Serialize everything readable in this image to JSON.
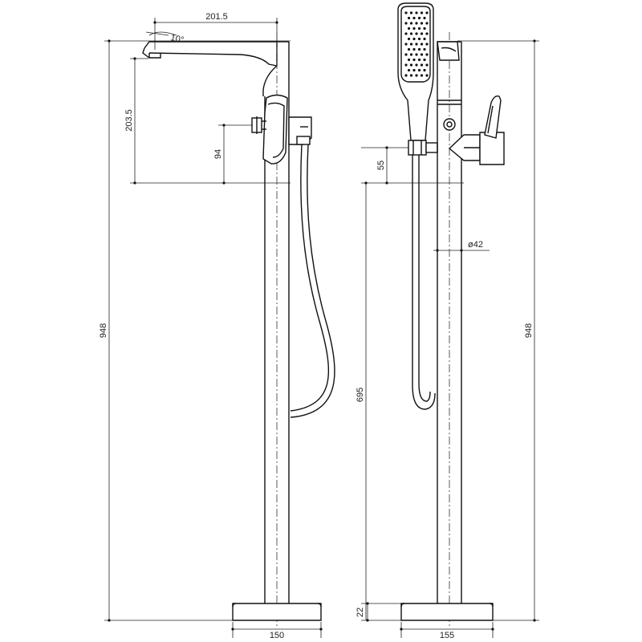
{
  "drawing": {
    "views": [
      "side",
      "front"
    ],
    "dimensions": {
      "spout_reach": "201.5",
      "spout_angle": "10°",
      "spout_height": "203.5",
      "inlet_offset": "94",
      "total_height_side": "948",
      "base_width_side": "150",
      "holder_offset": "55",
      "pipe_diameter": "ø42",
      "hose_height": "695",
      "total_height_front": "948",
      "base_height": "22",
      "base_width_front": "155"
    }
  }
}
